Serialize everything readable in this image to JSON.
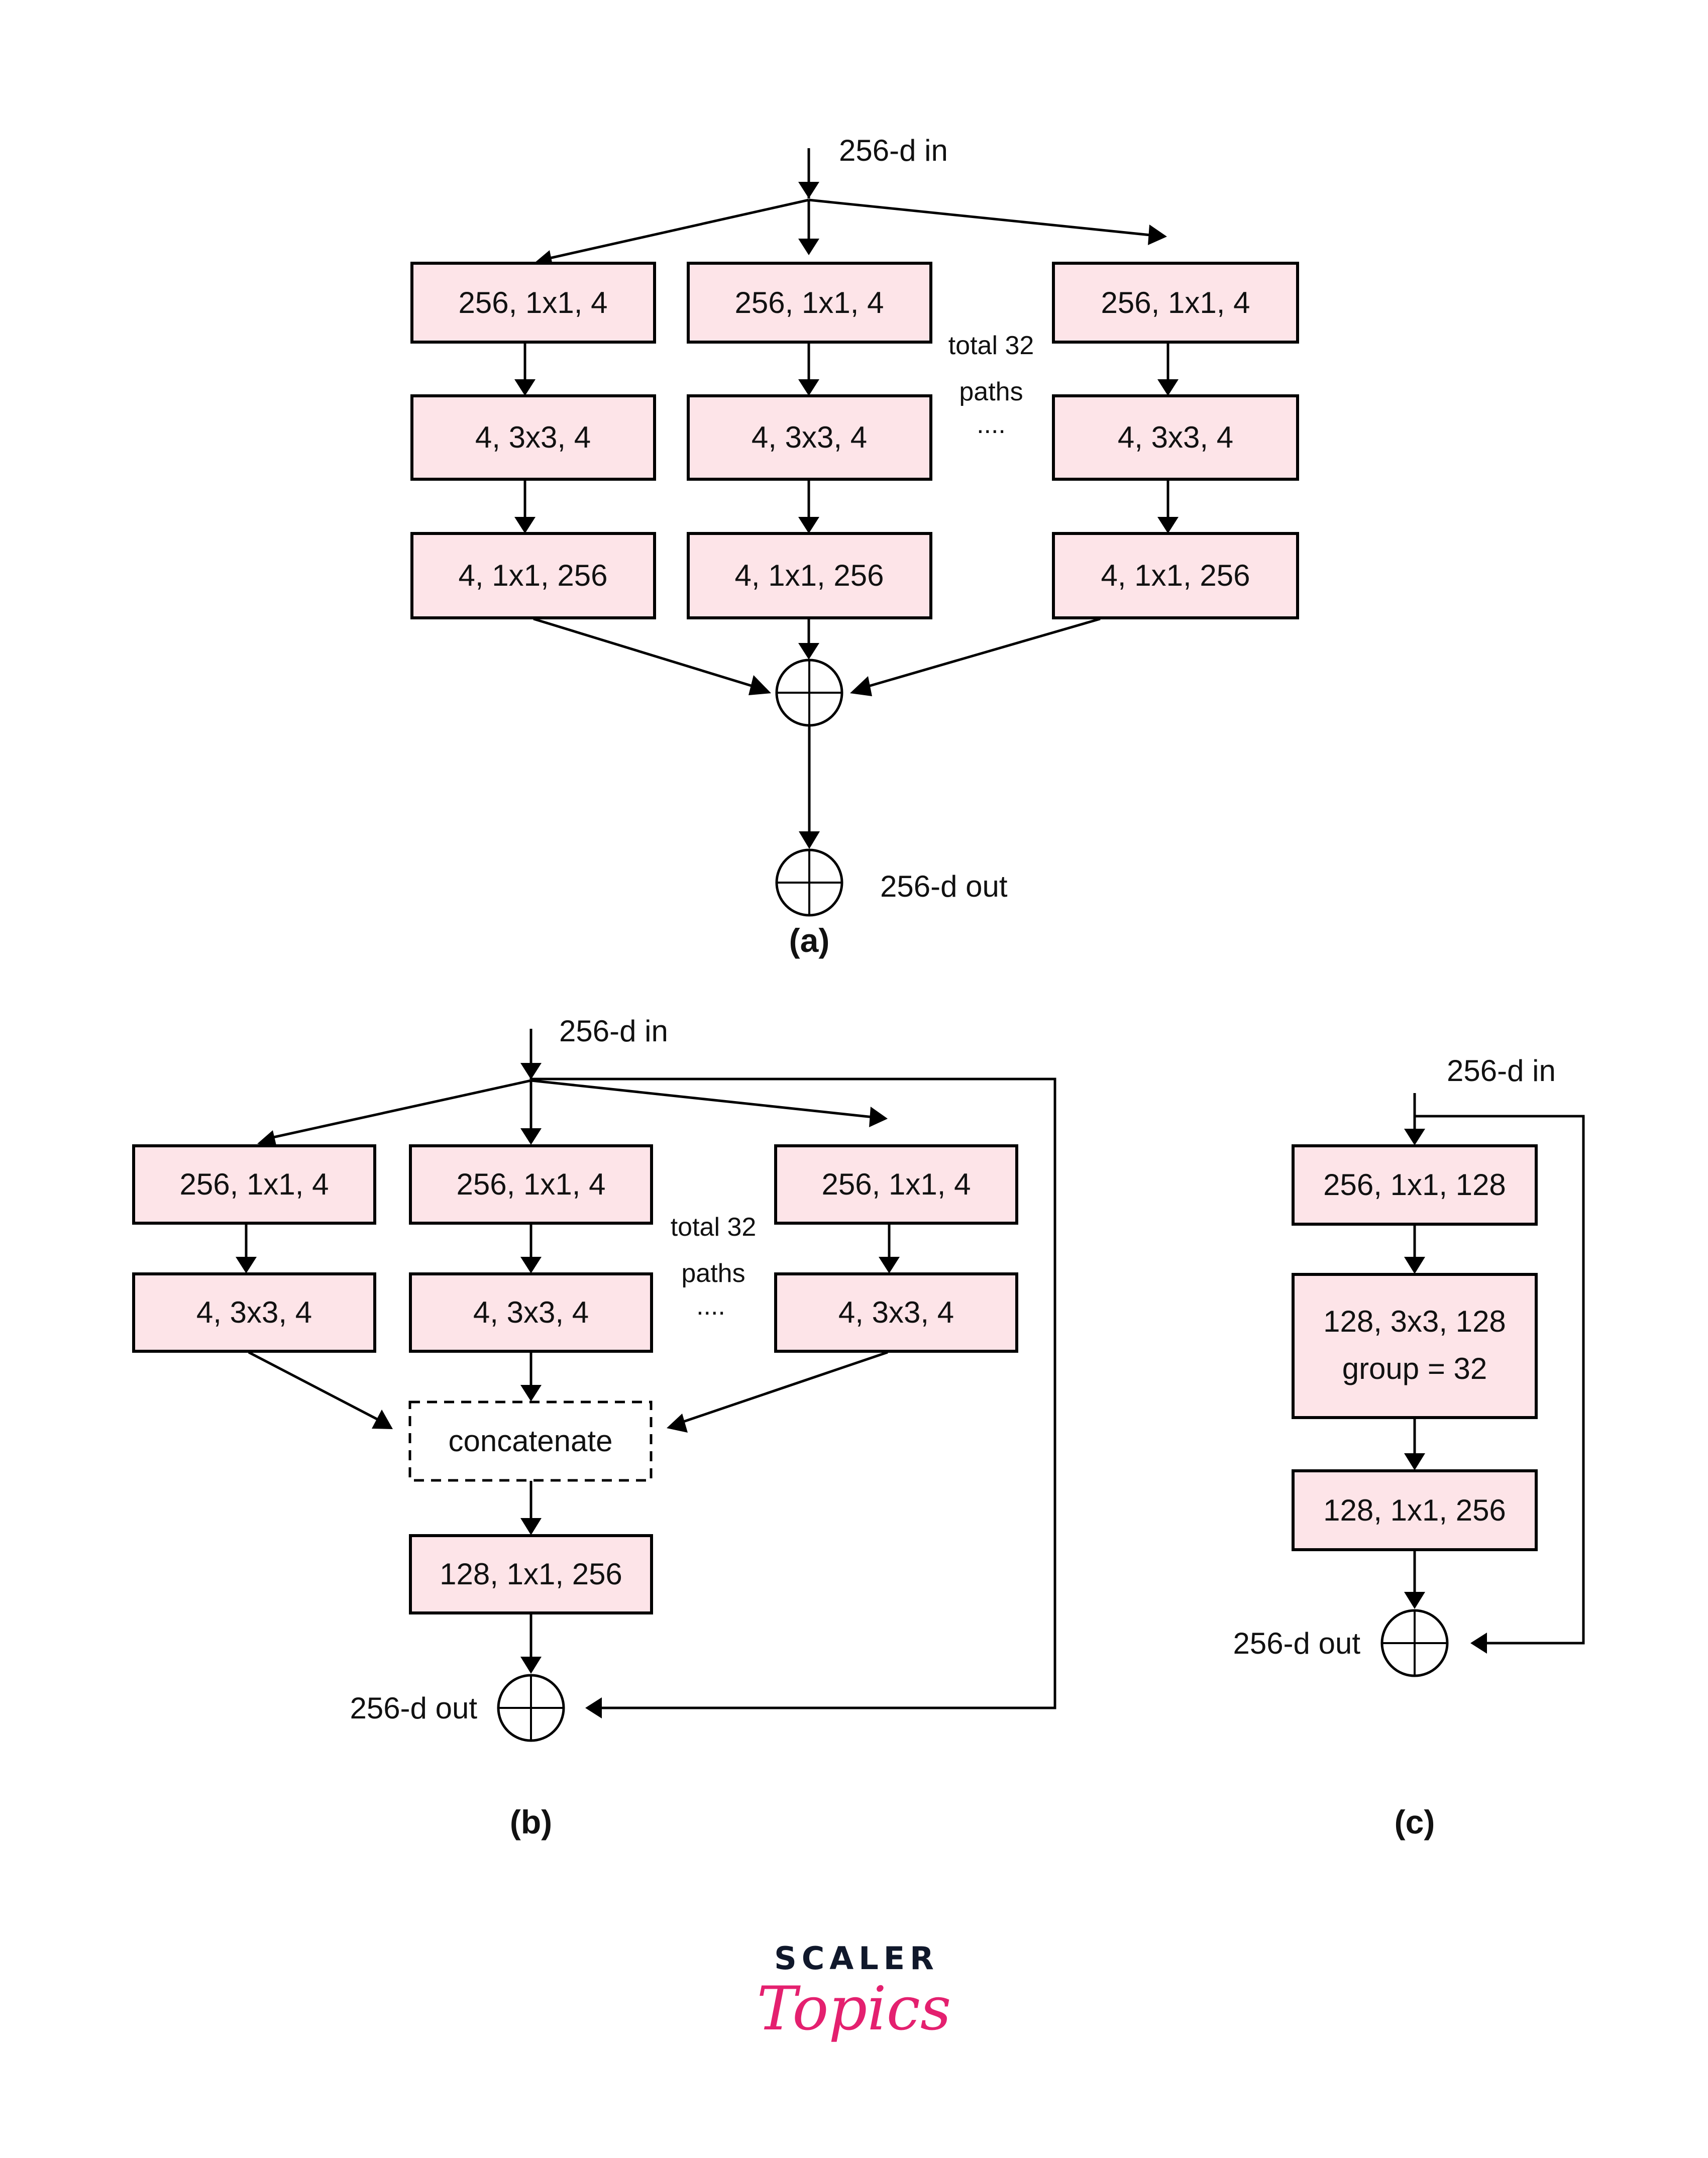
{
  "diagram": {
    "a": {
      "caption": "(a)",
      "input_label": "256-d in",
      "output_label": "256-d out",
      "paths_note": [
        "total 32",
        "paths",
        "...."
      ],
      "columns": [
        [
          "256, 1x1, 4",
          "4, 3x3, 4",
          "4, 1x1, 256"
        ],
        [
          "256, 1x1, 4",
          "4, 3x3, 4",
          "4, 1x1, 256"
        ],
        [
          "256, 1x1, 4",
          "4, 3x3, 4",
          "4, 1x1, 256"
        ]
      ]
    },
    "b": {
      "caption": "(b)",
      "input_label": "256-d in",
      "output_label": "256-d out",
      "paths_note": [
        "total 32",
        "paths",
        "...."
      ],
      "columns": [
        [
          "256, 1x1, 4",
          "4, 3x3, 4"
        ],
        [
          "256, 1x1, 4",
          "4, 3x3, 4"
        ],
        [
          "256, 1x1, 4",
          "4, 3x3, 4"
        ]
      ],
      "concat_label": "concatenate",
      "final_block": "128, 1x1, 256"
    },
    "c": {
      "caption": "(c)",
      "input_label": "256-d in",
      "output_label": "256-d out",
      "blocks": [
        [
          "256, 1x1, 128"
        ],
        [
          "128, 3x3, 128",
          "group = 32"
        ],
        [
          "128, 1x1, 256"
        ]
      ]
    }
  },
  "logo": {
    "line1": "SCALER",
    "line2": "Topics",
    "colors": {
      "scaler": "#10182b",
      "topics": "#e4206f"
    }
  },
  "colors": {
    "block_fill": "#fde4e8",
    "stroke": "#000000"
  }
}
